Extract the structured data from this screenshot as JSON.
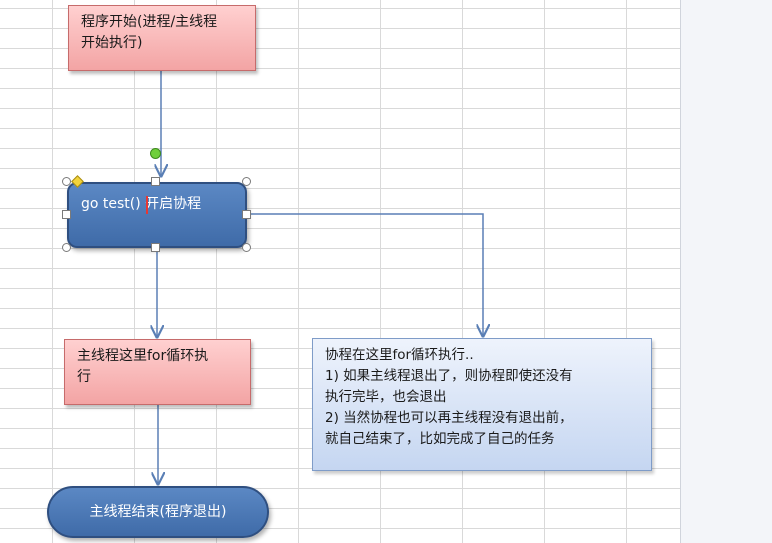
{
  "nodes": {
    "start": {
      "lines": [
        "程序开始(进程/主线程",
        "开始执行)"
      ]
    },
    "go_test": {
      "label": "go test() 开启协程"
    },
    "main_loop": {
      "lines": [
        "主线程这里for循环执",
        "行"
      ]
    },
    "goroutine_note": {
      "lines": [
        "协程在这里for循环执行..",
        "1) 如果主线程退出了，则协程即使还没有",
        "执行完毕，也会退出",
        "2) 当然协程也可以再主线程没有退出前，",
        "就自己结束了，比如完成了自己的任务"
      ]
    },
    "end": {
      "label": "主线程结束(程序退出)"
    }
  },
  "colors": {
    "process_fill": "#f3a4a4",
    "terminal_fill": "#4f7bb8",
    "note_fill": "#c5d6f1",
    "connector": "#5a7fb5"
  }
}
